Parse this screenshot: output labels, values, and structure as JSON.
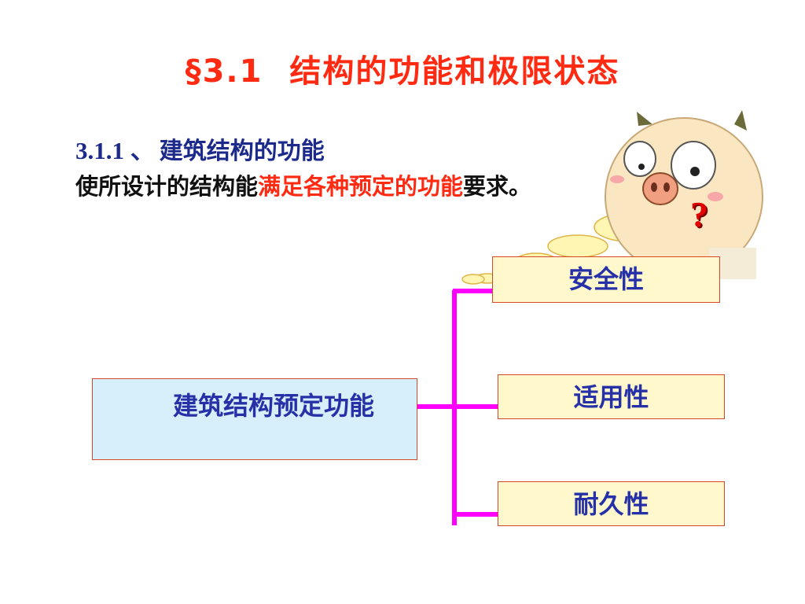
{
  "title": {
    "section": "§3.1",
    "text": "结构的功能和极限状态"
  },
  "subheading": {
    "number": "3.1.1 、",
    "text": "建筑结构的功能"
  },
  "description": {
    "prefix": "使所设计的结构能",
    "highlight": "满足各种预定的功能",
    "suffix": "要求。"
  },
  "decoration": {
    "question_mark": "?",
    "mascot_icon": "pig-mascot-icon"
  },
  "diagram": {
    "source_label": "建筑结构预定功能",
    "categories": [
      {
        "label": "安全性"
      },
      {
        "label": "适用性"
      },
      {
        "label": "耐久性"
      }
    ],
    "connector_color": "#ff00ff"
  },
  "colors": {
    "title": "#ff2a12",
    "subheading": "#1c2a8c",
    "box_text": "#2631a8",
    "source_fill": "#d7eefb",
    "category_fill": "#fff8cc",
    "box_border": "#d9472b"
  }
}
